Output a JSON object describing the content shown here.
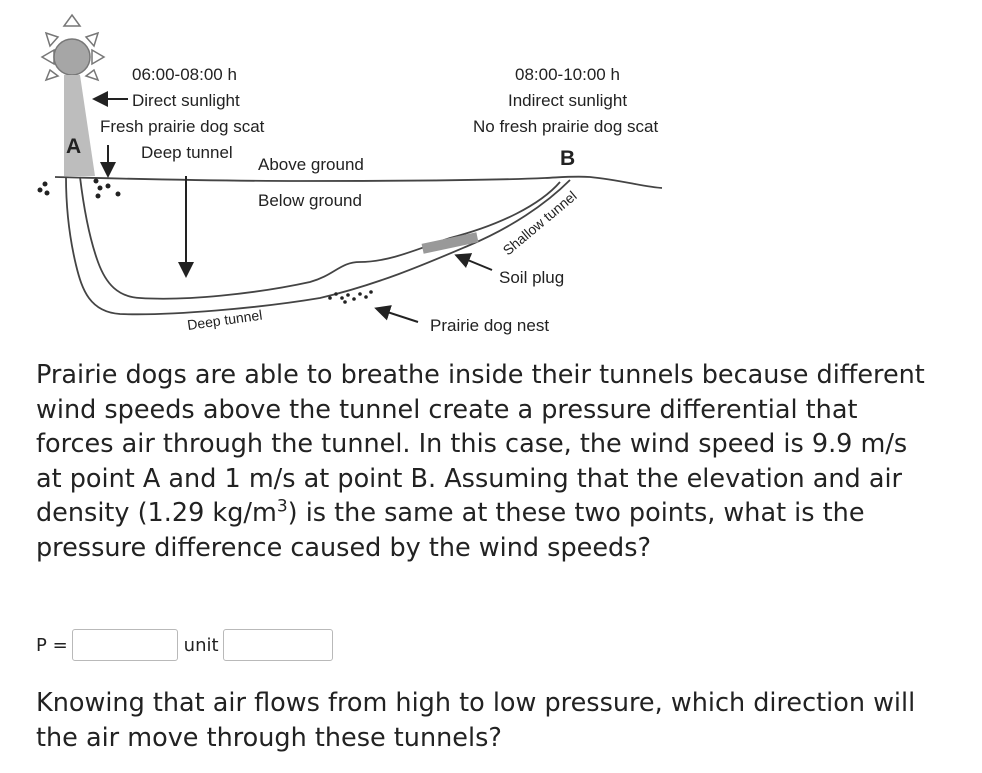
{
  "figure": {
    "left_time": "06:00-08:00 h",
    "left_line1": "Direct sunlight",
    "left_line2": "Fresh prairie dog scat",
    "right_time": "08:00-10:00 h",
    "right_line1": "Indirect sunlight",
    "right_line2": "No fresh prairie dog scat",
    "point_a": "A",
    "point_b": "B",
    "deep_tunnel_top": "Deep tunnel",
    "above_ground": "Above ground",
    "below_ground": "Below ground",
    "shallow_tunnel": "Shallow tunnel",
    "soil_plug": "Soil plug",
    "deep_tunnel_bottom": "Deep tunnel",
    "prairie_dog_nest": "Prairie dog nest"
  },
  "question": {
    "p1": "Prairie dogs are able to breathe inside their tunnels because different wind speeds above the tunnel create a pressure differential that forces air through the tunnel. In this case, the wind speed is 9.9 m/s at point A and 1 m/s at point B. Assuming that the elevation and air density (1.29 kg/m",
    "sup": "3",
    "p2": ") is the same at these two points, what is the pressure difference caused by the wind speeds?"
  },
  "answer": {
    "p_label": "P =",
    "p_value": "",
    "unit_label": "unit",
    "unit_value": ""
  },
  "followup": "Knowing that air flows from high to low pressure, which direction will the air move through these tunnels?"
}
